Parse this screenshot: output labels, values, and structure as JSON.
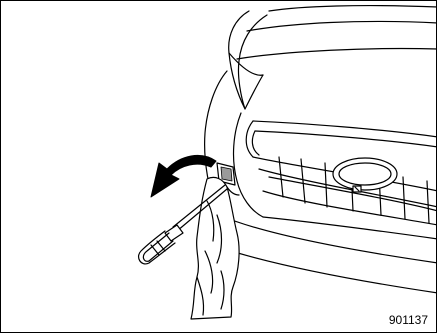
{
  "figure": {
    "code": "901137",
    "stroke_color": "#000000",
    "arrow_fill": "#000000",
    "cloth_fill": "#ffffff"
  },
  "illustration": {
    "subject": "car-front-bumper",
    "tool": "flat-blade-screwdriver",
    "wrap": "cloth",
    "part": "tow-hook-cover",
    "motion": "curved-arrow-pry-outward"
  }
}
